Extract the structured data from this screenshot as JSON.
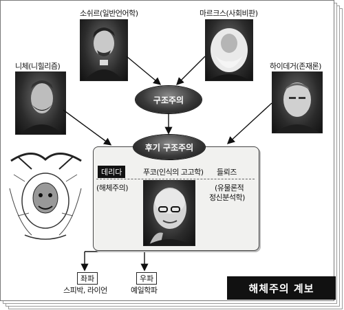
{
  "nodes": {
    "saussure": "소쉬르(일반언어학)",
    "marx": "마르크스(사회비판)",
    "nietzsche": "니체(니힐리즘)",
    "heidegger": "하이데거(존재론)",
    "structuralism": "구조주의",
    "post_structuralism": "후기 구조주의",
    "derrida": "데리다",
    "derrida_sub": "(해체주의)",
    "foucault": "푸코(인식의 고고학)",
    "deleuze": "들뢰즈",
    "deleuze_sub_1": "(유물론적",
    "deleuze_sub_2": "정신분석학)"
  },
  "branches": {
    "left_tag": "좌파",
    "left_names": "스피박, 라이언",
    "right_tag": "우파",
    "right_names": "예일학파"
  },
  "title": "해체주의 계보",
  "colors": {
    "dark": "#111111",
    "box_fill": "#f1f1ef",
    "pill": "#3a3a3a"
  },
  "icons": [
    "saussure-portrait",
    "marx-portrait",
    "nietzsche-portrait",
    "heidegger-portrait",
    "foucault-portrait",
    "derrida-sketch"
  ]
}
